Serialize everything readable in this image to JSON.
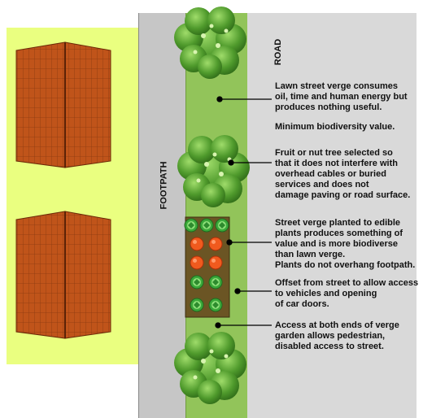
{
  "labels": {
    "road": "ROAD",
    "footpath": "FOOTPATH"
  },
  "notes": {
    "lawn": [
      "Lawn street verge consumes",
      "oil, time and human energy but",
      "produces nothing useful."
    ],
    "biodiversity": [
      "Minimum biodiversity value."
    ],
    "tree": [
      "Fruit or nut tree selected so",
      "that it does not interfere with",
      "overhead cables or buried",
      "services and does not",
      "damage paving or road surface."
    ],
    "edible": [
      "Street verge planted to edible",
      "plants produces something of",
      "value and is more biodiverse",
      "than lawn verge.",
      "Plants do not overhang footpath."
    ],
    "offset": [
      "Offset from street to allow access",
      " to vehicles and opening",
      "of car doors."
    ],
    "access": [
      "Access at both ends of verge",
      "garden allows pedestrian,",
      "disabled access to street."
    ]
  },
  "colors": {
    "lawn": "#eaff80",
    "footpath": "#c6c6c6",
    "verge": "#92c45a",
    "road": "#d9d9d9",
    "roof": "#c0541a",
    "garden_bed": "#6b5524",
    "tomato": "#f05a1e",
    "lettuce": "#3aa83a"
  }
}
